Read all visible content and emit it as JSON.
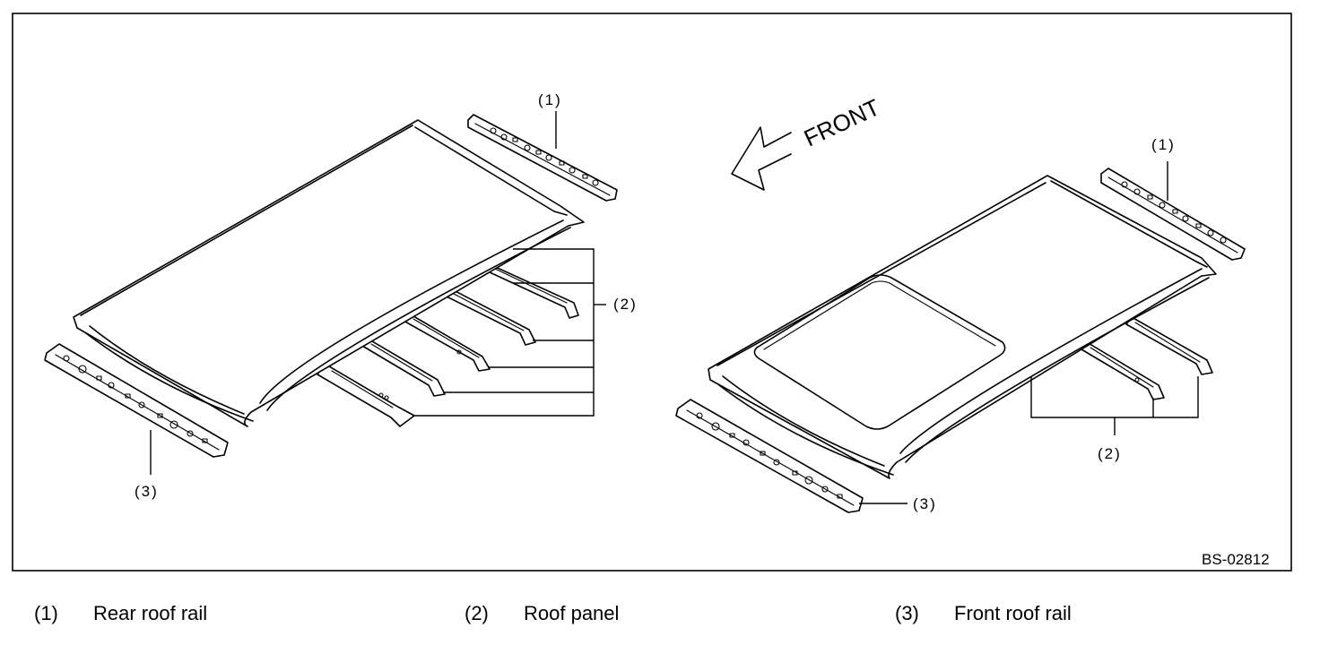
{
  "diagram": {
    "front_label": "FRONT",
    "figure_code": "BS-02812",
    "callouts": {
      "left_rear_rail": "(1)",
      "left_roof_panel": "(2)",
      "left_front_rail": "(3)",
      "right_rear_rail": "(1)",
      "right_roof_panel": "(2)",
      "right_front_rail": "(3)"
    }
  },
  "legend": [
    {
      "num": "(1)",
      "text": "Rear roof rail"
    },
    {
      "num": "(2)",
      "text": "Roof panel"
    },
    {
      "num": "(3)",
      "text": "Front roof rail"
    }
  ]
}
